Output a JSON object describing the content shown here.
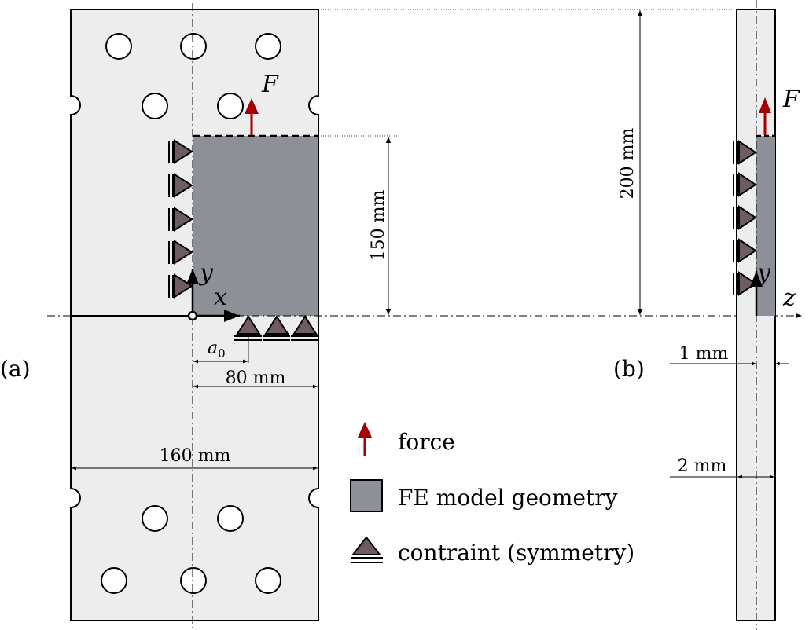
{
  "panels": {
    "a": {
      "label": "(a)"
    },
    "b": {
      "label": "(b)"
    }
  },
  "symbols": {
    "force": "F",
    "x_axis": "x",
    "y_axis": "y",
    "z_axis": "z",
    "crack_a": "a",
    "crack_sub": "0"
  },
  "dimensions": {
    "height_200": "200 mm",
    "height_150": "150 mm",
    "width_80": "80 mm",
    "width_160": "160 mm",
    "thickness_1": "1 mm",
    "thickness_2": "2 mm"
  },
  "legend": {
    "force": "force",
    "fe_model": "FE model geometry",
    "constraint": "contraint (symmetry)"
  },
  "colors": {
    "plate_fill": "#ededed",
    "model_fill": "#8e9097",
    "force_arrow": "#a50000",
    "constraint_fill": "#6e5c62"
  }
}
